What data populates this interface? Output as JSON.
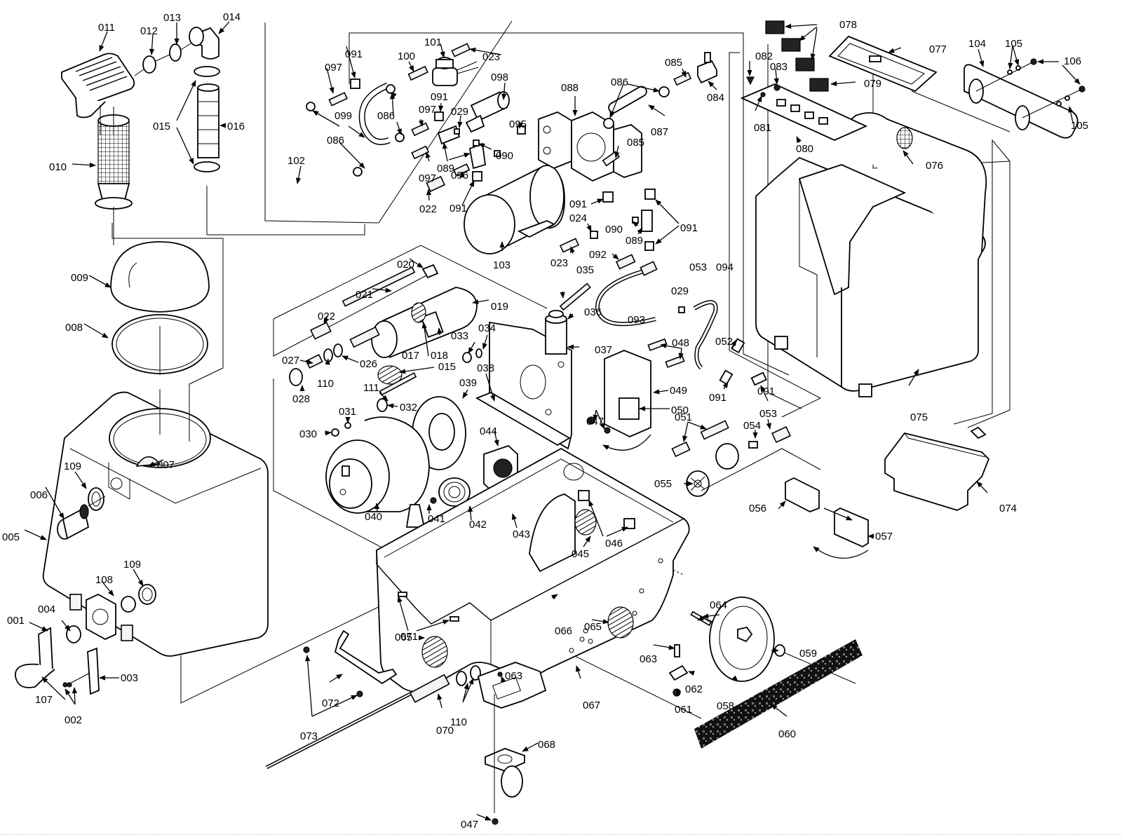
{
  "diagram": {
    "type": "exploded-parts-diagram",
    "subject": "Carpet extractor machine assembly",
    "callouts": [
      {
        "id": "c001",
        "text": "001"
      },
      {
        "id": "c002",
        "text": "002"
      },
      {
        "id": "c003",
        "text": "003"
      },
      {
        "id": "c004",
        "text": "004"
      },
      {
        "id": "c005",
        "text": "005"
      },
      {
        "id": "c006",
        "text": "006"
      },
      {
        "id": "c007",
        "text": "007"
      },
      {
        "id": "c008",
        "text": "008"
      },
      {
        "id": "c009",
        "text": "009"
      },
      {
        "id": "c010",
        "text": "010"
      },
      {
        "id": "c011",
        "text": "011"
      },
      {
        "id": "c012",
        "text": "012"
      },
      {
        "id": "c013",
        "text": "013"
      },
      {
        "id": "c014",
        "text": "014"
      },
      {
        "id": "c015a",
        "text": "015"
      },
      {
        "id": "c016",
        "text": "016"
      },
      {
        "id": "c017",
        "text": "017"
      },
      {
        "id": "c018",
        "text": "018"
      },
      {
        "id": "c019",
        "text": "019"
      },
      {
        "id": "c020",
        "text": "020"
      },
      {
        "id": "c021",
        "text": "021"
      },
      {
        "id": "c022a",
        "text": "022"
      },
      {
        "id": "c022b",
        "text": "022"
      },
      {
        "id": "c023a",
        "text": "023"
      },
      {
        "id": "c023b",
        "text": "023"
      },
      {
        "id": "c024",
        "text": "024"
      },
      {
        "id": "c026",
        "text": "026"
      },
      {
        "id": "c027",
        "text": "027"
      },
      {
        "id": "c028",
        "text": "028"
      },
      {
        "id": "c029a",
        "text": "029"
      },
      {
        "id": "c029b",
        "text": "029"
      },
      {
        "id": "c030",
        "text": "030"
      },
      {
        "id": "c031",
        "text": "031"
      },
      {
        "id": "c032",
        "text": "032"
      },
      {
        "id": "c033",
        "text": "033"
      },
      {
        "id": "c034",
        "text": "034"
      },
      {
        "id": "c035",
        "text": "035"
      },
      {
        "id": "c036",
        "text": "036"
      },
      {
        "id": "c037",
        "text": "037"
      },
      {
        "id": "c038",
        "text": "038"
      },
      {
        "id": "c039",
        "text": "039"
      },
      {
        "id": "c040",
        "text": "040"
      },
      {
        "id": "c041",
        "text": "041"
      },
      {
        "id": "c042",
        "text": "042"
      },
      {
        "id": "c043",
        "text": "043"
      },
      {
        "id": "c044",
        "text": "044"
      },
      {
        "id": "c045",
        "text": "045"
      },
      {
        "id": "c046",
        "text": "046"
      },
      {
        "id": "c047a",
        "text": "047"
      },
      {
        "id": "c047b",
        "text": "047"
      },
      {
        "id": "c048",
        "text": "048"
      },
      {
        "id": "c049",
        "text": "049"
      },
      {
        "id": "c050",
        "text": "050"
      },
      {
        "id": "c051",
        "text": "051"
      },
      {
        "id": "c052",
        "text": "052"
      },
      {
        "id": "c053a",
        "text": "053"
      },
      {
        "id": "c053b",
        "text": "053"
      },
      {
        "id": "c054",
        "text": "054"
      },
      {
        "id": "c055",
        "text": "055"
      },
      {
        "id": "c056",
        "text": "056"
      },
      {
        "id": "c057",
        "text": "057"
      },
      {
        "id": "c058",
        "text": "058"
      },
      {
        "id": "c059",
        "text": "059"
      },
      {
        "id": "c060",
        "text": "060"
      },
      {
        "id": "c061",
        "text": "061"
      },
      {
        "id": "c062",
        "text": "062"
      },
      {
        "id": "c063a",
        "text": "063"
      },
      {
        "id": "c063b",
        "text": "063"
      },
      {
        "id": "c064",
        "text": "064"
      },
      {
        "id": "c065a",
        "text": "065"
      },
      {
        "id": "c065b",
        "text": "065"
      },
      {
        "id": "c066",
        "text": "066"
      },
      {
        "id": "c067",
        "text": "067"
      },
      {
        "id": "c068",
        "text": "068"
      },
      {
        "id": "c070",
        "text": "070"
      },
      {
        "id": "c071",
        "text": "071"
      },
      {
        "id": "c072",
        "text": "072"
      },
      {
        "id": "c073",
        "text": "073"
      },
      {
        "id": "c074",
        "text": "074"
      },
      {
        "id": "c075",
        "text": "075"
      },
      {
        "id": "c076",
        "text": "076"
      },
      {
        "id": "c077",
        "text": "077"
      },
      {
        "id": "c078",
        "text": "078"
      },
      {
        "id": "c079",
        "text": "079"
      },
      {
        "id": "c080",
        "text": "080"
      },
      {
        "id": "c081",
        "text": "081"
      },
      {
        "id": "c082",
        "text": "082"
      },
      {
        "id": "c083",
        "text": "083"
      },
      {
        "id": "c084",
        "text": "084"
      },
      {
        "id": "c085a",
        "text": "085"
      },
      {
        "id": "c085b",
        "text": "085"
      },
      {
        "id": "c086a",
        "text": "086"
      },
      {
        "id": "c086b",
        "text": "086"
      },
      {
        "id": "c086c",
        "text": "086"
      },
      {
        "id": "c087",
        "text": "087"
      },
      {
        "id": "c088",
        "text": "088"
      },
      {
        "id": "c089a",
        "text": "089"
      },
      {
        "id": "c089b",
        "text": "089"
      },
      {
        "id": "c090a",
        "text": "090"
      },
      {
        "id": "c090b",
        "text": "090"
      },
      {
        "id": "c091a",
        "text": "091"
      },
      {
        "id": "c091b",
        "text": "091"
      },
      {
        "id": "c091c",
        "text": "091"
      },
      {
        "id": "c091d",
        "text": "091"
      },
      {
        "id": "c091e",
        "text": "091"
      },
      {
        "id": "c091f",
        "text": "091"
      },
      {
        "id": "c091g",
        "text": "091"
      },
      {
        "id": "c092",
        "text": "092"
      },
      {
        "id": "c093",
        "text": "093"
      },
      {
        "id": "c094",
        "text": "094"
      },
      {
        "id": "c095",
        "text": "095"
      },
      {
        "id": "c096",
        "text": "096"
      },
      {
        "id": "c097a",
        "text": "097"
      },
      {
        "id": "c097b",
        "text": "097"
      },
      {
        "id": "c097c",
        "text": "097"
      },
      {
        "id": "c098",
        "text": "098"
      },
      {
        "id": "c099",
        "text": "099"
      },
      {
        "id": "c100",
        "text": "100"
      },
      {
        "id": "c101",
        "text": "101"
      },
      {
        "id": "c102",
        "text": "102"
      },
      {
        "id": "c103",
        "text": "103"
      },
      {
        "id": "c104",
        "text": "104"
      },
      {
        "id": "c105a",
        "text": "105"
      },
      {
        "id": "c105b",
        "text": "105"
      },
      {
        "id": "c106",
        "text": "106"
      },
      {
        "id": "c107",
        "text": "107"
      },
      {
        "id": "c108",
        "text": "108"
      },
      {
        "id": "c109a",
        "text": "109"
      },
      {
        "id": "c109b",
        "text": "109"
      },
      {
        "id": "c110a",
        "text": "110"
      },
      {
        "id": "c110b",
        "text": "110"
      },
      {
        "id": "c111",
        "text": "111"
      },
      {
        "id": "c015b",
        "text": "015"
      }
    ]
  }
}
